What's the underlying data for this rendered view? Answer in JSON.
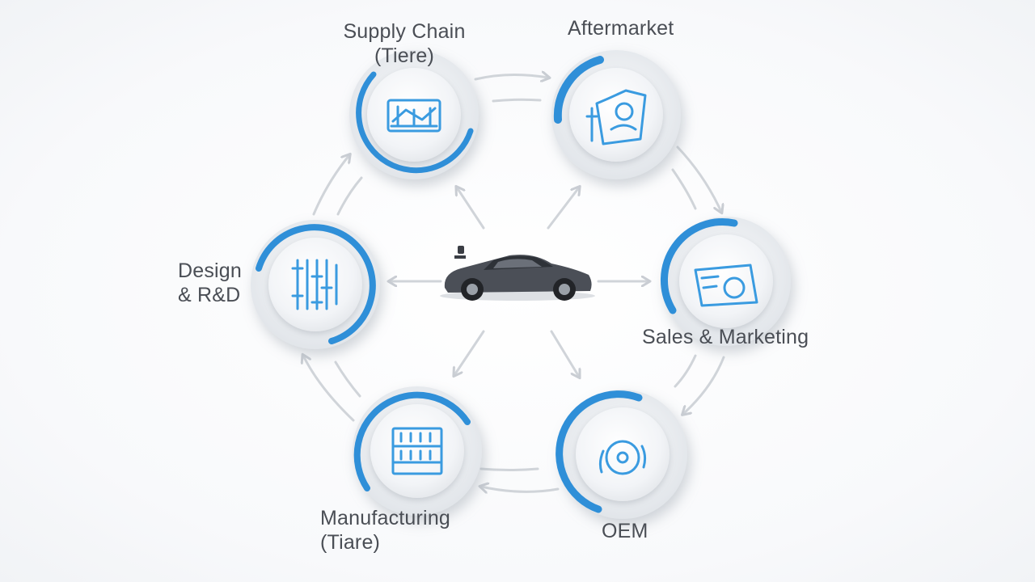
{
  "nodes": {
    "supply_chain": {
      "line1": "Supply Chain",
      "line2": "(Tiere)"
    },
    "aftermarket": {
      "line1": "Aftermarket"
    },
    "design": {
      "line1": "Design",
      "line2": "& R&D"
    },
    "sales": {
      "line1": "Sales & Marketing"
    },
    "manufacturing": {
      "line1": "Manufacturing",
      "line2": "(Tiare)"
    },
    "oem": {
      "line1": "OEM"
    }
  },
  "colors": {
    "accent": "#2f8fd8",
    "ring_grey": "#d7dbe1",
    "icon": "#3a9be0",
    "arrow": "#c9cdd3",
    "car_body": "#4b4f57",
    "text": "#4a4e55"
  },
  "icons": {
    "supply_chain": "bridge-icon",
    "aftermarket": "technician-icon",
    "design": "circuit-icon",
    "sales": "storefront-icon",
    "manufacturing": "factory-racks-icon",
    "oem": "gear-badge-icon",
    "center": "car-icon"
  }
}
